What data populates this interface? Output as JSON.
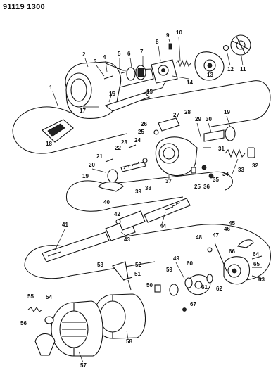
{
  "document": {
    "id": "91119 1300"
  },
  "callouts": [
    "1",
    "2",
    "3",
    "4",
    "5",
    "6",
    "7",
    "8",
    "9",
    "10",
    "11",
    "12",
    "13",
    "14",
    "15",
    "16",
    "17",
    "18",
    "19",
    "20",
    "21",
    "22",
    "23",
    "24",
    "25",
    "26",
    "27",
    "28",
    "29",
    "30",
    "31",
    "32",
    "33",
    "34",
    "35",
    "36",
    "37",
    "38",
    "39",
    "40",
    "41",
    "42",
    "43",
    "44",
    "45",
    "46",
    "47",
    "48",
    "49",
    "50",
    "51",
    "52",
    "53",
    "54",
    "55",
    "56",
    "57",
    "58",
    "59",
    "60",
    "61",
    "62",
    "63",
    "64",
    "65",
    "66",
    "67"
  ]
}
